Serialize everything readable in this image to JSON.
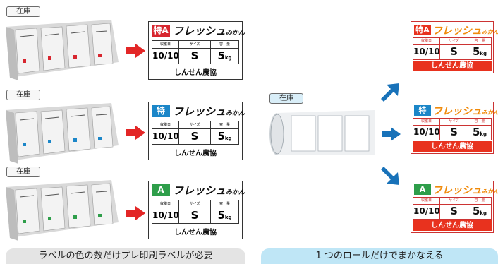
{
  "left": {
    "rows": [
      {
        "stock_tag": "在庫",
        "badge": "特A",
        "badge_color": "#d7262f",
        "brand": "フレッシュ",
        "brand_suffix": "みかん",
        "headers": [
          "収穫日",
          "サイズ",
          "容　量"
        ],
        "date": "10/10",
        "size": "S",
        "weight": "5",
        "unit": "kg",
        "farm": "しんせん農協"
      },
      {
        "stock_tag": "在庫",
        "badge": "特",
        "badge_color": "#1b86c8",
        "brand": "フレッシュ",
        "brand_suffix": "みかん",
        "headers": [
          "収穫日",
          "サイズ",
          "容　量"
        ],
        "date": "10/10",
        "size": "S",
        "weight": "5",
        "unit": "kg",
        "farm": "しんせん農協"
      },
      {
        "stock_tag": "在庫",
        "badge": "A",
        "badge_color": "#2e9e4a",
        "brand": "フレッシュ",
        "brand_suffix": "みかん",
        "headers": [
          "収穫日",
          "サイズ",
          "容　量"
        ],
        "date": "10/10",
        "size": "S",
        "weight": "5",
        "unit": "kg",
        "farm": "しんせん農協"
      }
    ],
    "caption": "ラベルの色の数だけプレ印刷ラベルが必要"
  },
  "right": {
    "stock_tag": "在庫",
    "labels": [
      {
        "badge": "特A",
        "badge_color": "#e8321e",
        "brand": "フレッシュ",
        "brand_suffix": "みかん",
        "headers": [
          "収穫日",
          "サイズ",
          "容　量"
        ],
        "date": "10/10",
        "size": "S",
        "weight": "5",
        "unit": "kg",
        "farm": "しんせん農協"
      },
      {
        "badge": "特",
        "badge_color": "#e8321e",
        "brand": "フレッシュ",
        "brand_suffix": "みかん",
        "headers": [
          "収穫日",
          "サイズ",
          "容　量"
        ],
        "date": "10/10",
        "size": "S",
        "weight": "5",
        "unit": "kg",
        "farm": "しんせん農協"
      },
      {
        "badge": "A",
        "badge_color": "#e8321e",
        "brand": "フレッシュ",
        "brand_suffix": "みかん",
        "headers": [
          "収穫日",
          "サイズ",
          "容　量"
        ],
        "date": "10/10",
        "size": "S",
        "weight": "5",
        "unit": "kg",
        "farm": "しんせん農協"
      }
    ],
    "caption": "1 つのロールだけでまかなえる"
  },
  "colors": {
    "red_arrow": "#e32626",
    "blue_arrow": "#1872b9",
    "caption_left_bg": "#e4e4e4",
    "caption_right_bg": "#bfe6f6"
  }
}
